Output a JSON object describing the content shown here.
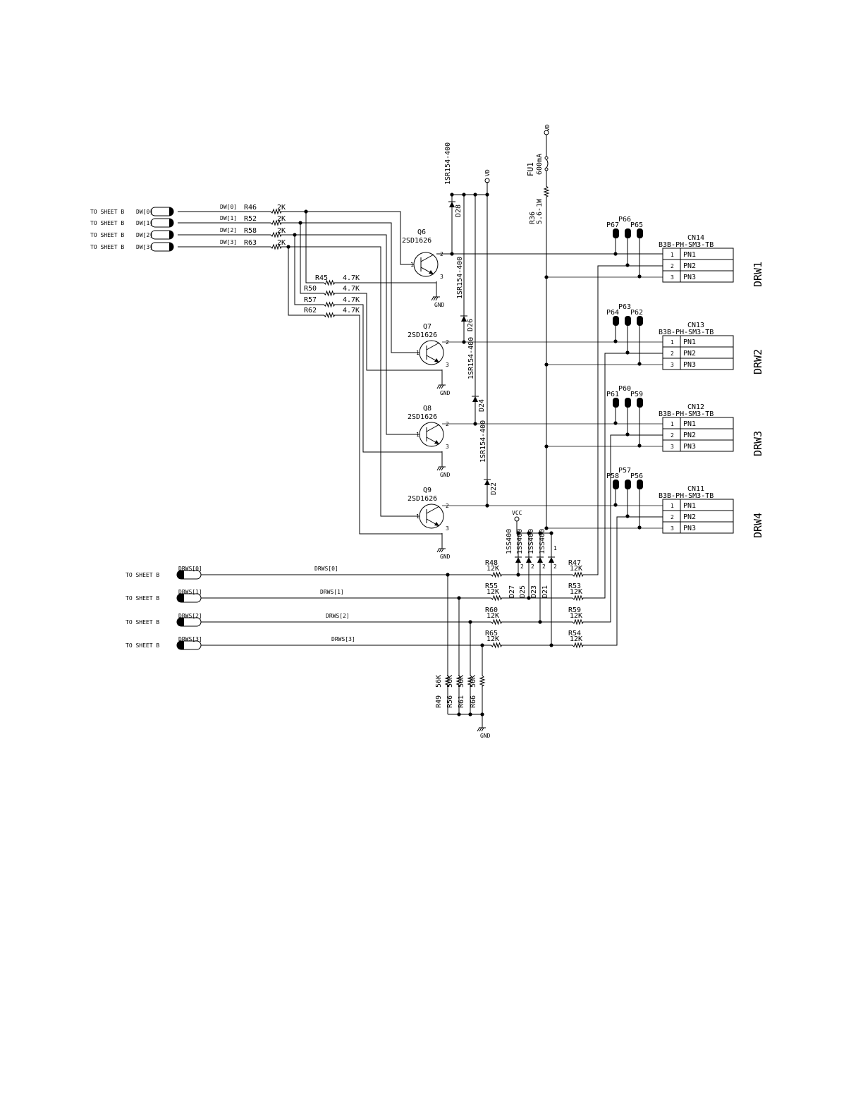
{
  "sheet_ref": "TO SHEET B",
  "gnd_label": "GND",
  "vcc_label": "VCC",
  "vd_label": "VD",
  "dw_ports": [
    "DW[0]",
    "DW[1]",
    "DW[2]",
    "DW[3]"
  ],
  "dw_nets": [
    "DW[0]",
    "DW[1]",
    "DW[2]",
    "DW[3]"
  ],
  "dw_resistors": [
    {
      "ref": "R46",
      "value": "2K"
    },
    {
      "ref": "R52",
      "value": "2K"
    },
    {
      "ref": "R58",
      "value": "2K"
    },
    {
      "ref": "R63",
      "value": "2K"
    }
  ],
  "pulldown_resistors": [
    {
      "ref": "R45",
      "value": "4.7K"
    },
    {
      "ref": "R50",
      "value": "4.7K"
    },
    {
      "ref": "R57",
      "value": "4.7K"
    },
    {
      "ref": "R62",
      "value": "4.7K"
    }
  ],
  "transistors": [
    {
      "ref": "Q6",
      "part": "2SD1626"
    },
    {
      "ref": "Q7",
      "part": "2SD1626"
    },
    {
      "ref": "Q8",
      "part": "2SD1626"
    },
    {
      "ref": "Q9",
      "part": "2SD1626"
    }
  ],
  "flyback_diodes": [
    {
      "ref": "D28",
      "part": "1SR154-400"
    },
    {
      "ref": "D26",
      "part": "1SR154-400"
    },
    {
      "ref": "D24",
      "part": "1SR154-400"
    },
    {
      "ref": "D22",
      "part": "1SR154-400"
    }
  ],
  "fuse": {
    "ref": "FU1",
    "value": "600mA"
  },
  "vd_resistor": {
    "ref": "R36",
    "value": "5.6-1W"
  },
  "connectors": [
    {
      "ref": "CN14",
      "part": "B3B-PH-SM3-TB",
      "drawer": "DRW1",
      "pads": [
        "P67",
        "P66",
        "P65"
      ]
    },
    {
      "ref": "CN13",
      "part": "B3B-PH-SM3-TB",
      "drawer": "DRW2",
      "pads": [
        "P64",
        "P63",
        "P62"
      ]
    },
    {
      "ref": "CN12",
      "part": "B3B-PH-SM3-TB",
      "drawer": "DRW3",
      "pads": [
        "P61",
        "P60",
        "P59"
      ]
    },
    {
      "ref": "CN11",
      "part": "B3B-PH-SM3-TB",
      "drawer": "DRW4",
      "pads": [
        "P58",
        "P57",
        "P56"
      ]
    }
  ],
  "pin_numbers": [
    "1",
    "2",
    "3"
  ],
  "pin_names": [
    "PN1",
    "PN2",
    "PN3"
  ],
  "drws_ports": [
    "DRWS[0]",
    "DRWS[1]",
    "DRWS[2]",
    "DRWS[3]"
  ],
  "drws_nets": [
    "DRWS[0]",
    "DRWS[1]",
    "DRWS[2]",
    "DRWS[3]"
  ],
  "series_resistors": [
    {
      "ref": "R48",
      "value": "12K"
    },
    {
      "ref": "R55",
      "value": "12K"
    },
    {
      "ref": "R60",
      "value": "12K"
    },
    {
      "ref": "R65",
      "value": "12K"
    }
  ],
  "sense_resistors": [
    {
      "ref": "R47",
      "value": "12K"
    },
    {
      "ref": "R53",
      "value": "12K"
    },
    {
      "ref": "R59",
      "value": "12K"
    },
    {
      "ref": "R54",
      "value": "12K"
    }
  ],
  "clamp_diodes": [
    {
      "ref": "D27",
      "part": "1SS400"
    },
    {
      "ref": "D25",
      "part": "1SS400"
    },
    {
      "ref": "D23",
      "part": "1SS400"
    },
    {
      "ref": "D21",
      "part": "1SS400"
    }
  ],
  "bottom_resistors": [
    {
      "ref": "R49",
      "value": "56K"
    },
    {
      "ref": "R56",
      "value": "56K"
    },
    {
      "ref": "R61",
      "value": "56K"
    },
    {
      "ref": "R66",
      "value": "56K"
    }
  ]
}
